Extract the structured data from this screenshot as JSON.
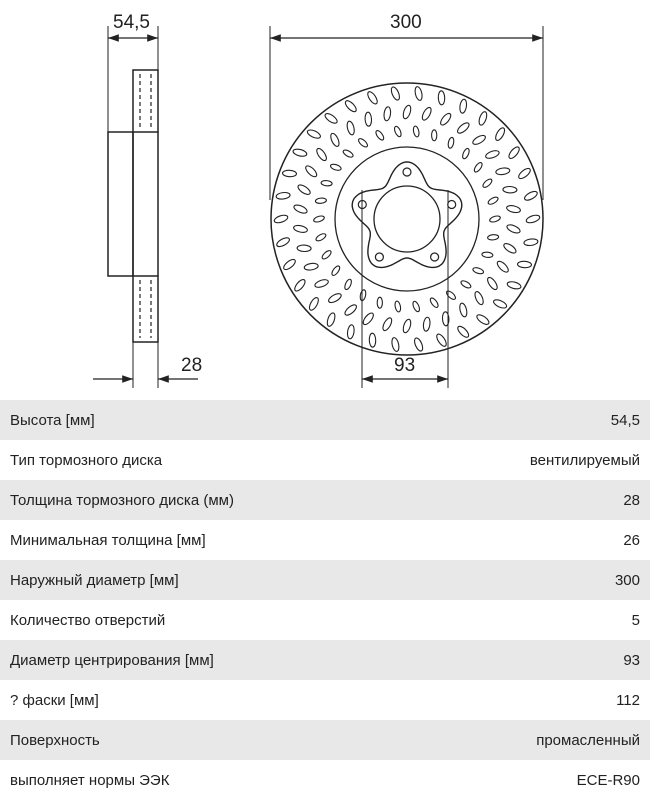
{
  "drawing": {
    "dims": {
      "height": "54,5",
      "thickness": "28",
      "outer_diameter": "300",
      "centering_diameter": "93"
    },
    "bolt_holes": 5
  },
  "specs": [
    {
      "label": "Высота [мм]",
      "value": "54,5"
    },
    {
      "label": "Тип тормозного диска",
      "value": "вентилируемый"
    },
    {
      "label": "Толщина тормозного диска (мм)",
      "value": "28"
    },
    {
      "label": "Минимальная толщина [мм]",
      "value": "26"
    },
    {
      "label": "Наружный диаметр [мм]",
      "value": "300"
    },
    {
      "label": "Количество отверстий",
      "value": "5"
    },
    {
      "label": "Диаметр центрирования [мм]",
      "value": "93"
    },
    {
      "label": "? фаски [мм]",
      "value": "112"
    },
    {
      "label": "Поверхность",
      "value": "промасленный"
    },
    {
      "label": "выполняет нормы ЭЭК",
      "value": "ECE-R90"
    }
  ]
}
